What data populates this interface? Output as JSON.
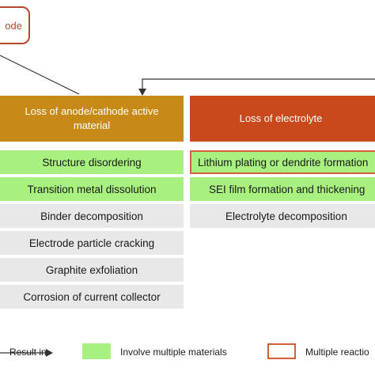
{
  "top_node": {
    "label": "ode"
  },
  "categories": [
    {
      "label": "Loss of anode/cathode active material",
      "items": [
        {
          "label": "Structure disordering",
          "style": "green"
        },
        {
          "label": "Transition metal dissolution",
          "style": "green"
        },
        {
          "label": "Binder decomposition",
          "style": "grey"
        },
        {
          "label": "Electrode particle cracking",
          "style": "grey"
        },
        {
          "label": "Graphite exfoliation",
          "style": "grey"
        },
        {
          "label": "Corrosion of current collector",
          "style": "grey"
        }
      ]
    },
    {
      "label": "Loss of electrolyte",
      "items": [
        {
          "label": "Lithium plating or dendrite formation",
          "style": "red-border"
        },
        {
          "label": "SEI film formation and thickening",
          "style": "green"
        },
        {
          "label": "Electrolyte decomposition",
          "style": "grey"
        }
      ]
    }
  ],
  "legend": {
    "result_in": "Result in",
    "involve_multiple": "Involve multiple materials",
    "multiple_reactions": "Multiple reactio"
  },
  "colors": {
    "cat1": "#c78a16",
    "cat2": "#c9481c",
    "green": "#a8f07f",
    "grey": "#e8e8e8",
    "red_border": "#d4603a"
  }
}
